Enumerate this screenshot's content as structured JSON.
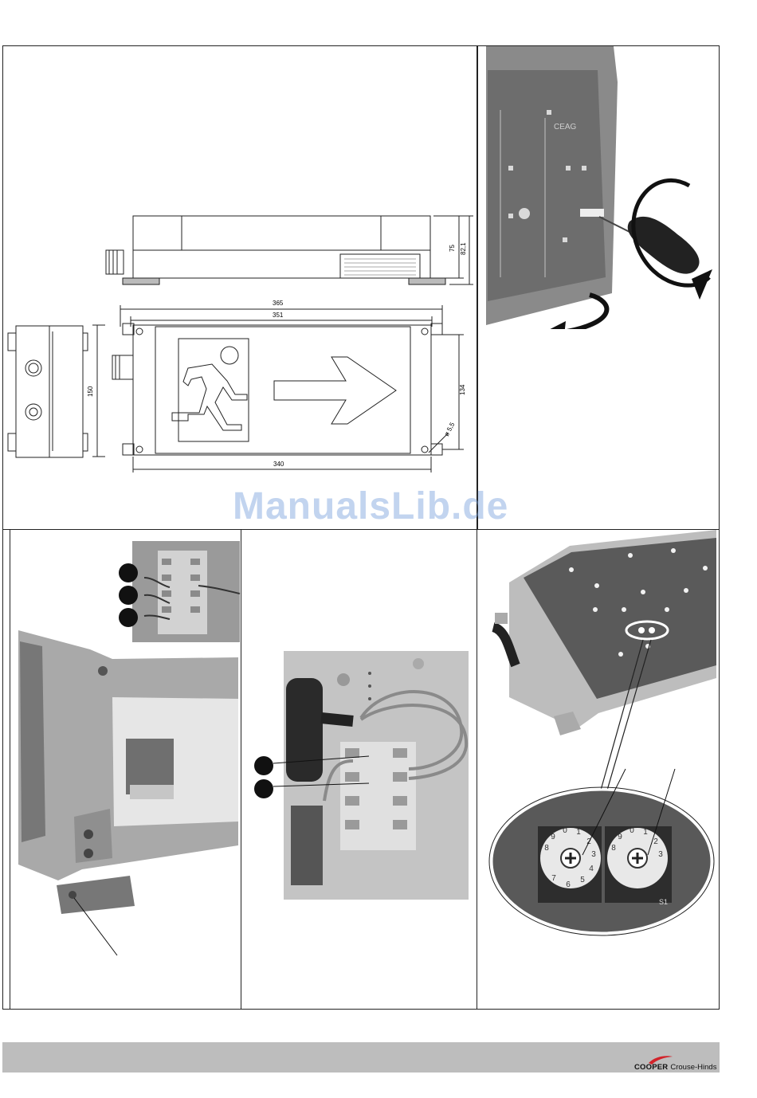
{
  "drawing": {
    "dim_365": "365",
    "dim_351": "351",
    "dim_340": "340",
    "dim_150": "150",
    "dim_134": "134",
    "dim_75": "75",
    "dim_82": "82,1",
    "dim_hole": "ø 5,5"
  },
  "photo_top": {
    "board_text": "CEAG"
  },
  "dip_labels": {
    "left": [
      "8",
      "9",
      "0",
      "1",
      "2",
      "3",
      "4",
      "5",
      "6",
      "7"
    ],
    "right": [
      "8",
      "9",
      "0",
      "1",
      "2",
      "3"
    ],
    "switch_tag": "S1"
  },
  "watermark": "ManualsLib.de",
  "brand": {
    "name_bold": "COOPER",
    "name_rest": "Crouse-Hinds"
  },
  "colors": {
    "footer_bar": "#bdbdbd",
    "brand_red": "#d2232a",
    "watermark": "#78a0dc"
  }
}
